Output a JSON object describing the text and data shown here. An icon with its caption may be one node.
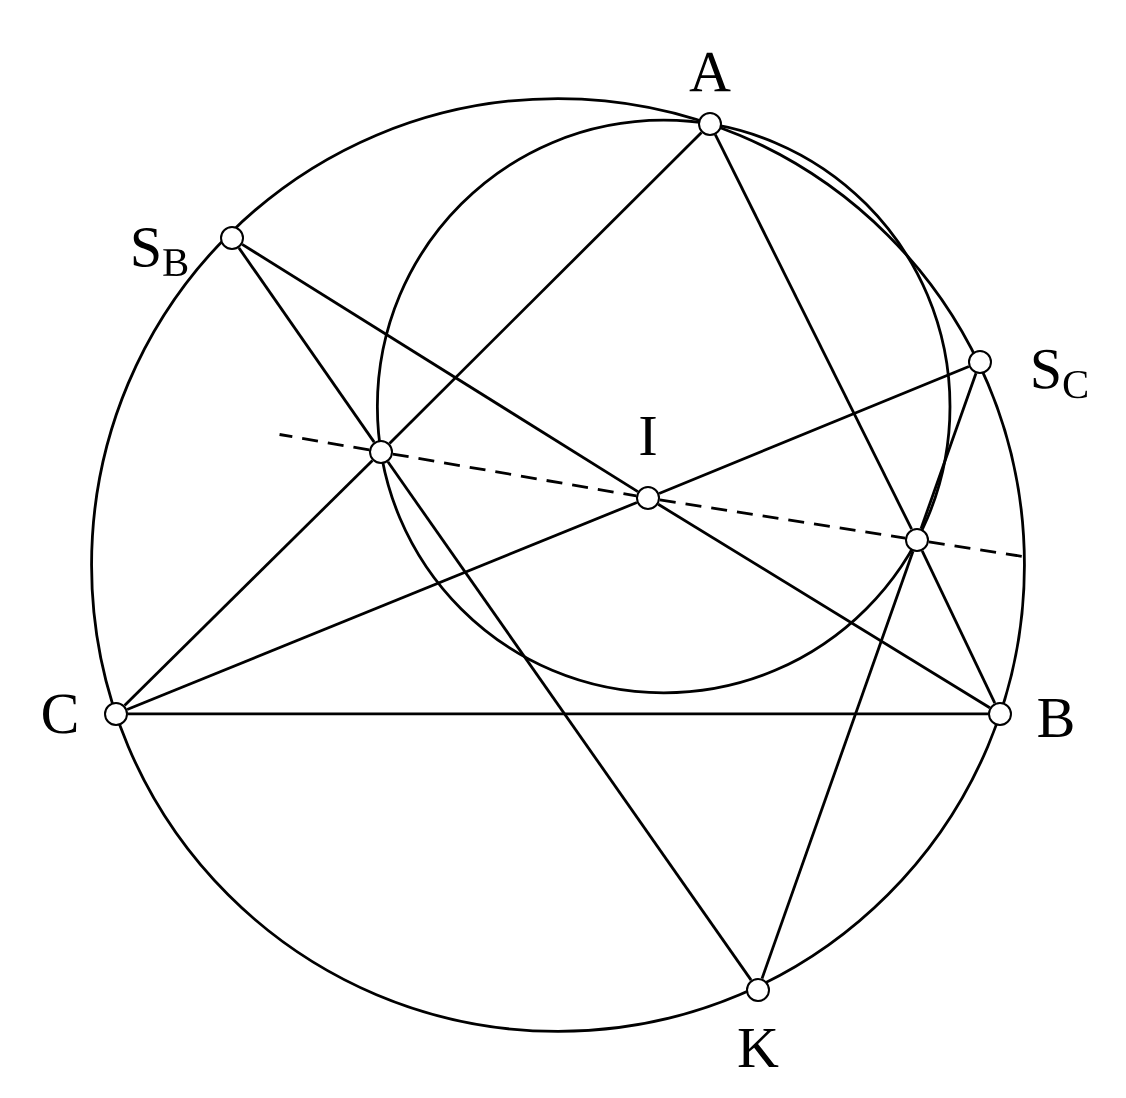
{
  "diagram": {
    "nodes": [
      {
        "text": [],
        "shape": "circle",
        "beside": [
          "A"
        ]
      },
      {
        "text": [],
        "shape": "circle",
        "beside": [
          "S$_{B}$"
        ]
      },
      {
        "text": [],
        "shape": "circle",
        "beside": [
          "S$_{C}$"
        ]
      },
      {
        "text": [],
        "shape": "circle"
      },
      {
        "text": [],
        "shape": "circle",
        "beside": [
          "I"
        ]
      },
      {
        "text": [],
        "shape": "circle"
      },
      {
        "text": [],
        "shape": "circle",
        "beside": [
          "C"
        ]
      },
      {
        "text": [],
        "shape": "circle",
        "beside": [
          "B"
        ]
      },
      {
        "text": [],
        "shape": "circle",
        "beside": [
          "K"
        ]
      }
    ],
    "edges": [
      {
        "from": 6,
        "to": 7,
        "arrow": "none"
      },
      {
        "from": 0,
        "to": 3,
        "arrow": "none"
      },
      {
        "from": 3,
        "to": 6,
        "arrow": "none"
      },
      {
        "from": 0,
        "to": 5,
        "arrow": "none"
      },
      {
        "from": 5,
        "to": 7,
        "arrow": "none"
      },
      {
        "from": 1,
        "to": 4,
        "arrow": "none"
      },
      {
        "from": 4,
        "to": 7,
        "arrow": "none"
      },
      {
        "from": 2,
        "to": 4,
        "arrow": "none"
      },
      {
        "from": 4,
        "to": 6,
        "arrow": "none"
      },
      {
        "from": 1,
        "to": 3,
        "arrow": "none"
      },
      {
        "from": 3,
        "to": 8,
        "arrow": "none"
      },
      {
        "from": 2,
        "to": 5,
        "arrow": "none"
      },
      {
        "from": 5,
        "to": 8,
        "arrow": "none"
      },
      {
        "from": 3,
        "to": 4,
        "arrow": "none",
        "style": "dashed"
      },
      {
        "from": 4,
        "to": 5,
        "arrow": "none",
        "style": "dashed"
      }
    ]
  }
}
